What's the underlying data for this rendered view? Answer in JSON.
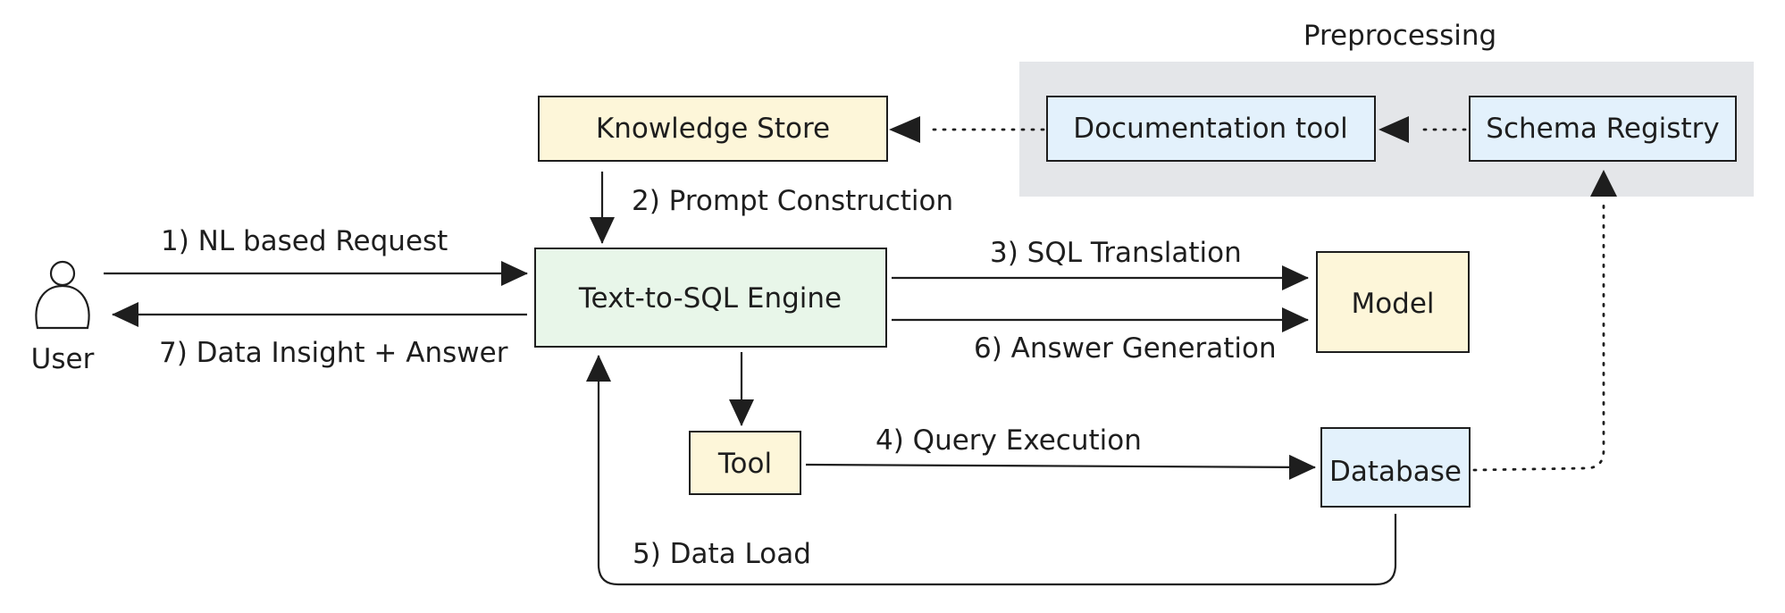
{
  "colors": {
    "yellow_fill": "#fdf6d9",
    "green_fill": "#e8f6e9",
    "blue_fill": "#e3f1fc",
    "group_fill": "#e4e6e9",
    "stroke": "#1e1e1e"
  },
  "group": {
    "label": "Preprocessing"
  },
  "nodes": {
    "user": "User",
    "knowledge_store": "Knowledge Store",
    "documentation_tool": "Documentation tool",
    "schema_registry": "Schema Registry",
    "engine": "Text-to-SQL Engine",
    "model": "Model",
    "tool": "Tool",
    "database": "Database"
  },
  "edges": {
    "e1": "1) NL based Request",
    "e2": "2) Prompt Construction",
    "e3": "3) SQL Translation",
    "e4": "4) Query Execution",
    "e5": "5) Data Load",
    "e6": "6) Answer Generation",
    "e7": "7) Data Insight + Answer"
  }
}
